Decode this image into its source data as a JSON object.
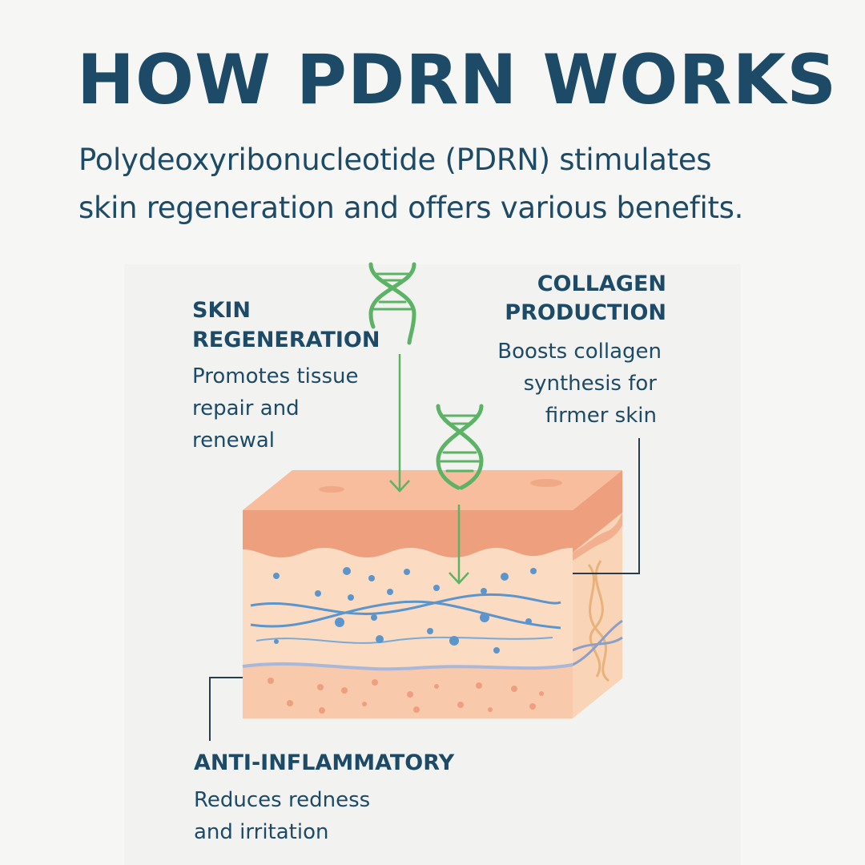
{
  "header": {
    "title": "HOW PDRN WORKS",
    "subtitle_line1": "Polydeoxyribonucleotide (PDRN) stimulates",
    "subtitle_line2": "skin regeneration and offers various benefits."
  },
  "benefits": {
    "regeneration": {
      "title_line1": "SKIN",
      "title_line2": "REGENERATION",
      "desc_line1": "Promotes tissue",
      "desc_line2": "repair and",
      "desc_line3": "renewal"
    },
    "collagen": {
      "title_line1": "COLLAGEN",
      "title_line2": "PRODUCTION",
      "desc_line1": "Boosts collagen",
      "desc_line2": "synthesis for",
      "desc_line3": "firmer skin"
    },
    "inflammatory": {
      "title_line1": "ANTI-INFLAMMATORY",
      "desc_line1": "Reduces redness",
      "desc_line2": "and irritation"
    }
  },
  "icons": [
    "dna-icon",
    "dna-icon",
    "arrow-down-icon"
  ],
  "colors": {
    "text": "#1d4a66",
    "dna": "#5cb365",
    "skin_top": "#f5b797",
    "epidermis": "#ee9f7e",
    "dermis": "#fbdcc2",
    "subcutis": "#f8c9aa",
    "fiber": "#5b95cc",
    "leader": "#2a3d4d"
  }
}
